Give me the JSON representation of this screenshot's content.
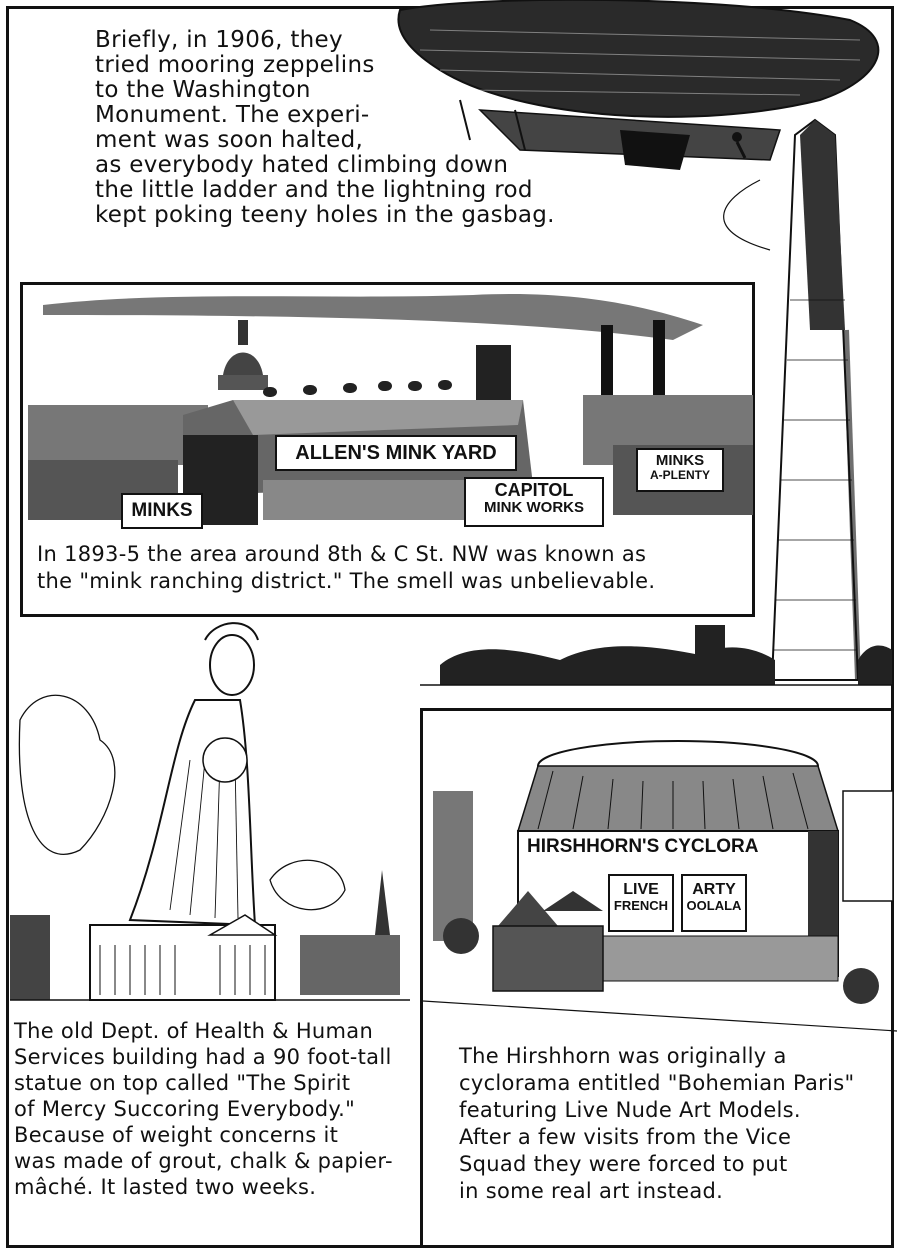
{
  "panel_top": {
    "caption": "Briefly, in 1906, they\ntried mooring zeppelins\nto the Washington\nMonument. The experi-\nment was soon halted,\nas everybody hated climbing down\nthe little ladder and the lightning rod\nkept poking teeny holes in the gasbag."
  },
  "panel_mink": {
    "signs": {
      "allens": "ALLEN'S MINK YARD",
      "minks": "MINKS",
      "capitol_1": "CAPITOL",
      "capitol_2": "MINK WORKS",
      "plenty_1": "MINKS",
      "plenty_2": "A-PLENTY"
    },
    "caption": "In 1893-5 the area around 8th & C St. NW was known as\nthe \"mink ranching district.\" The smell was unbelievable."
  },
  "panel_statue": {
    "caption": "The old Dept. of Health & Human\nServices building had a 90 foot-tall\nstatue on top called \"The Spirit\nof Mercy Succoring Everybody.\"\nBecause of weight concerns it\nwas made of grout, chalk & papier-\nmâché. It lasted two weeks."
  },
  "panel_cyclorama": {
    "signs": {
      "banner": "HIRSHHORN'S CYCLORA",
      "live_1": "LIVE",
      "live_2": "FRENCH",
      "arty_1": "ARTY",
      "arty_2": "OOLALA"
    },
    "caption": "The Hirshhorn was originally a\ncyclorama entitled \"Bohemian Paris\"\nfeaturing Live Nude Art Models.\nAfter a few visits from the Vice\nSquad they were forced to put\nin some real art instead."
  }
}
